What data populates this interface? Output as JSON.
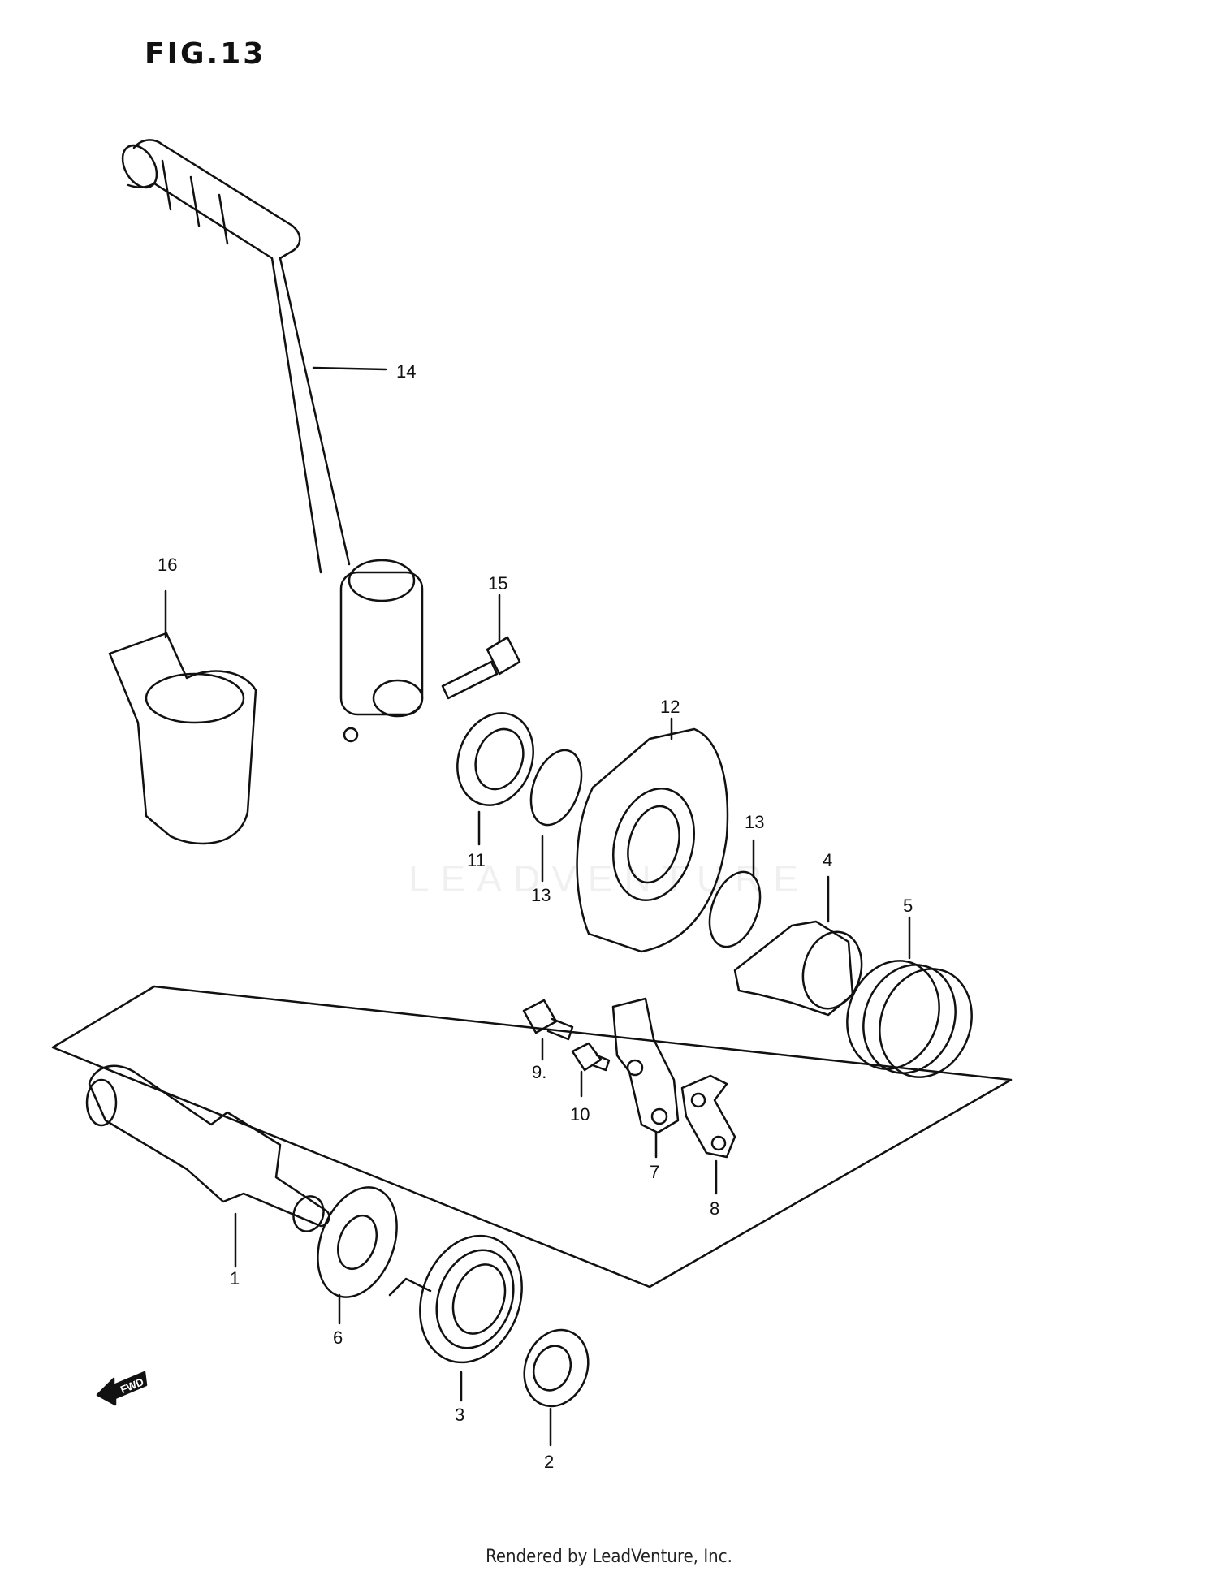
{
  "figure_title": "FIG.13",
  "watermark": "LEADVENTURE",
  "footer": "Rendered by LeadVenture, Inc.",
  "fwd_label": "FWD",
  "callouts": [
    "1",
    "2",
    "3",
    "4",
    "5",
    "6",
    "7",
    "8",
    "9.",
    "10",
    "11",
    "12",
    "13",
    "13",
    "14",
    "15",
    "16"
  ],
  "colors": {
    "line": "#111111",
    "background": "#ffffff"
  }
}
